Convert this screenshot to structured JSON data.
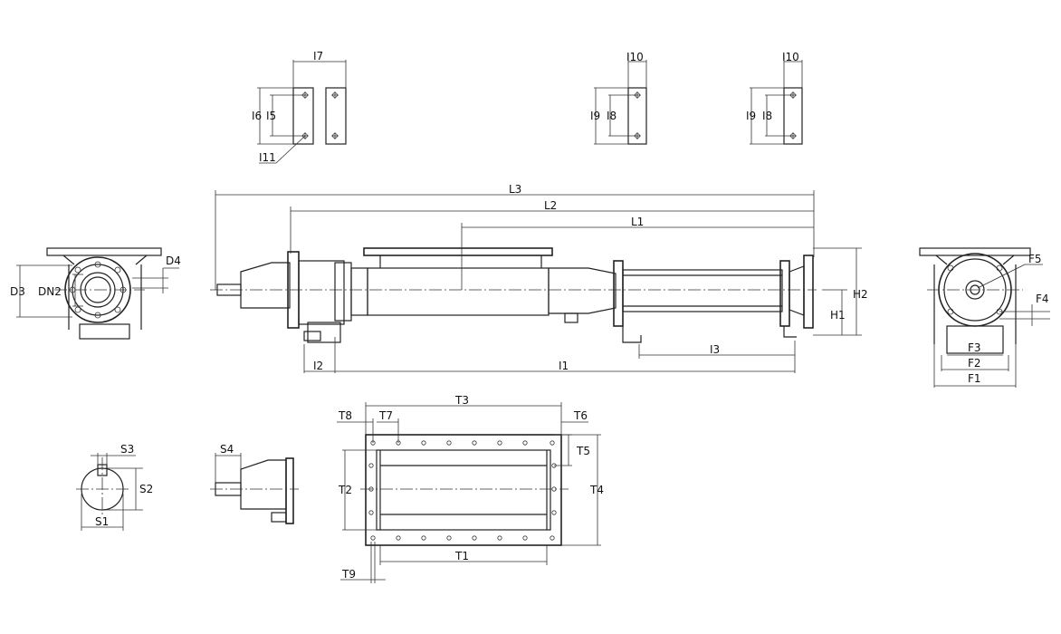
{
  "drawing": {
    "labels": {
      "l7": "I7",
      "l10a": "I10",
      "l10b": "I10",
      "l6": "I6",
      "l5": "I5",
      "l11": "I11",
      "l9a": "I9",
      "l8a": "I8",
      "l9b": "I9",
      "l8b": "I8",
      "L3": "L3",
      "L2": "L2",
      "L1": "L1",
      "D4": "D4",
      "D3": "D3",
      "DN2": "DN2",
      "H2": "H2",
      "H1": "H1",
      "I3": "I3",
      "I2": "I2",
      "I1": "I1",
      "F5": "F5",
      "F4": "F4",
      "F3": "F3",
      "F2": "F2",
      "F1": "F1",
      "S3": "S3",
      "S2": "S2",
      "S1": "S1",
      "S4": "S4",
      "T3": "T3",
      "T8": "T8",
      "T7": "T7",
      "T6": "T6",
      "T5": "T5",
      "T2": "T2",
      "T4": "T4",
      "T1": "T1",
      "T9": "T9"
    }
  }
}
